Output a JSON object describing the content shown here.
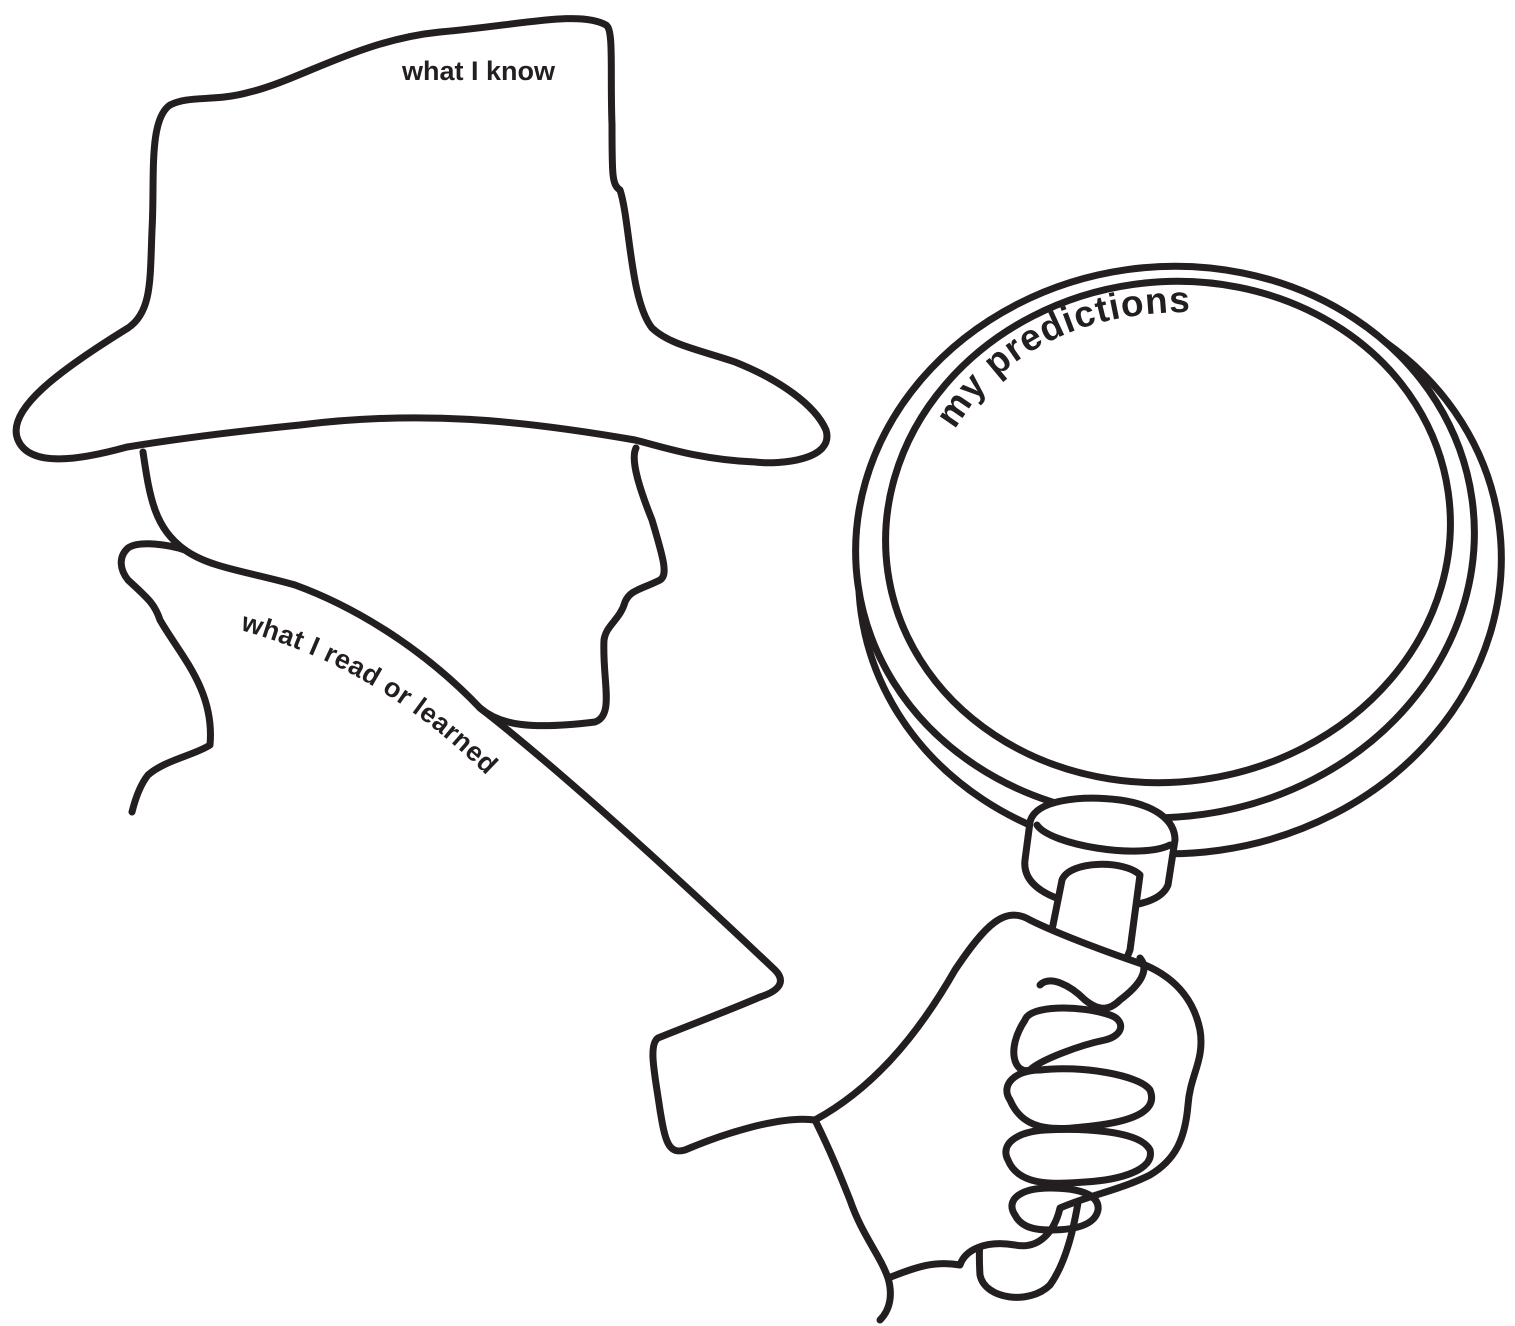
{
  "labels": {
    "what_i_know": "what I know",
    "what_i_read": "what I read or learned",
    "my_predictions": "my predictions"
  },
  "colors": {
    "line": "#231f20",
    "background": "#ffffff"
  }
}
